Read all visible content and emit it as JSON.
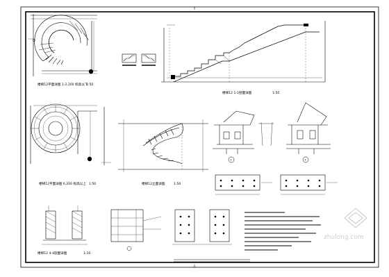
{
  "captions": {
    "plan_upper": "楼梯12平面详图 1-2.200 标高以下",
    "section_11": "楼梯12 1-1剖面详图",
    "plan_lower": "楼梯12平面详图 6.200 标高以上",
    "elevation": "楼梯12立面详图",
    "section_bottom": "楼梯12 4-4剖面详图",
    "scale": "1:50",
    "scale_detail": "1:10"
  },
  "circle_tags": [
    "①",
    "②"
  ],
  "watermark": "zhulong.com",
  "colors": {
    "line": "#000000",
    "paper": "#ffffff",
    "watermark": "#cfcfcf"
  }
}
